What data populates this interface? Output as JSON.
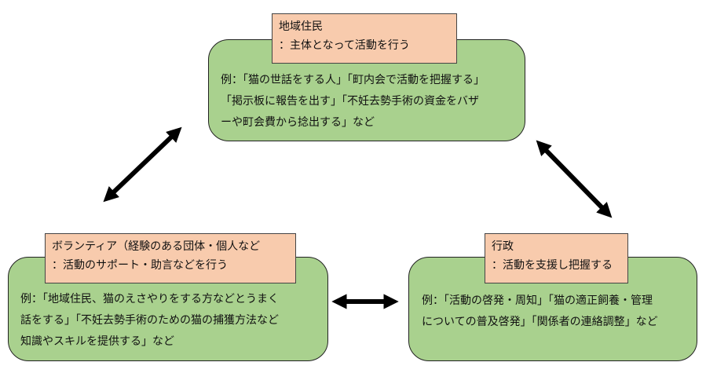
{
  "residents": {
    "title": "地域住民",
    "role": "：主体となって活動を行う",
    "lines": [
      "例：「猫の世話をする人」「町内会で活動を把握する」",
      "「掲示板に報告を出す」「不妊去勢手術の資金をバザ",
      "ーや町会費から捻出する」など"
    ]
  },
  "volunteers": {
    "title": "ボランティア（経験のある団体・個人など",
    "role": "：活動のサポート・助言などを行う",
    "lines": [
      "例：「地域住民、猫のえさやりをする方などとうまく",
      "話をする」「不妊去勢手術のための猫の捕獲方法など",
      "知識やスキルを提供する」など"
    ]
  },
  "government": {
    "title": "行政",
    "role": "：活動を支援し把握する",
    "lines": [
      "例：「活動の啓発・周知」「猫の適正飼養・管理",
      "についての普及啓発」「関係者の連絡調整」など"
    ]
  },
  "colors": {
    "box_fill": "#a9d18e",
    "label_fill": "#f8cbad",
    "arrow": "#000000"
  }
}
